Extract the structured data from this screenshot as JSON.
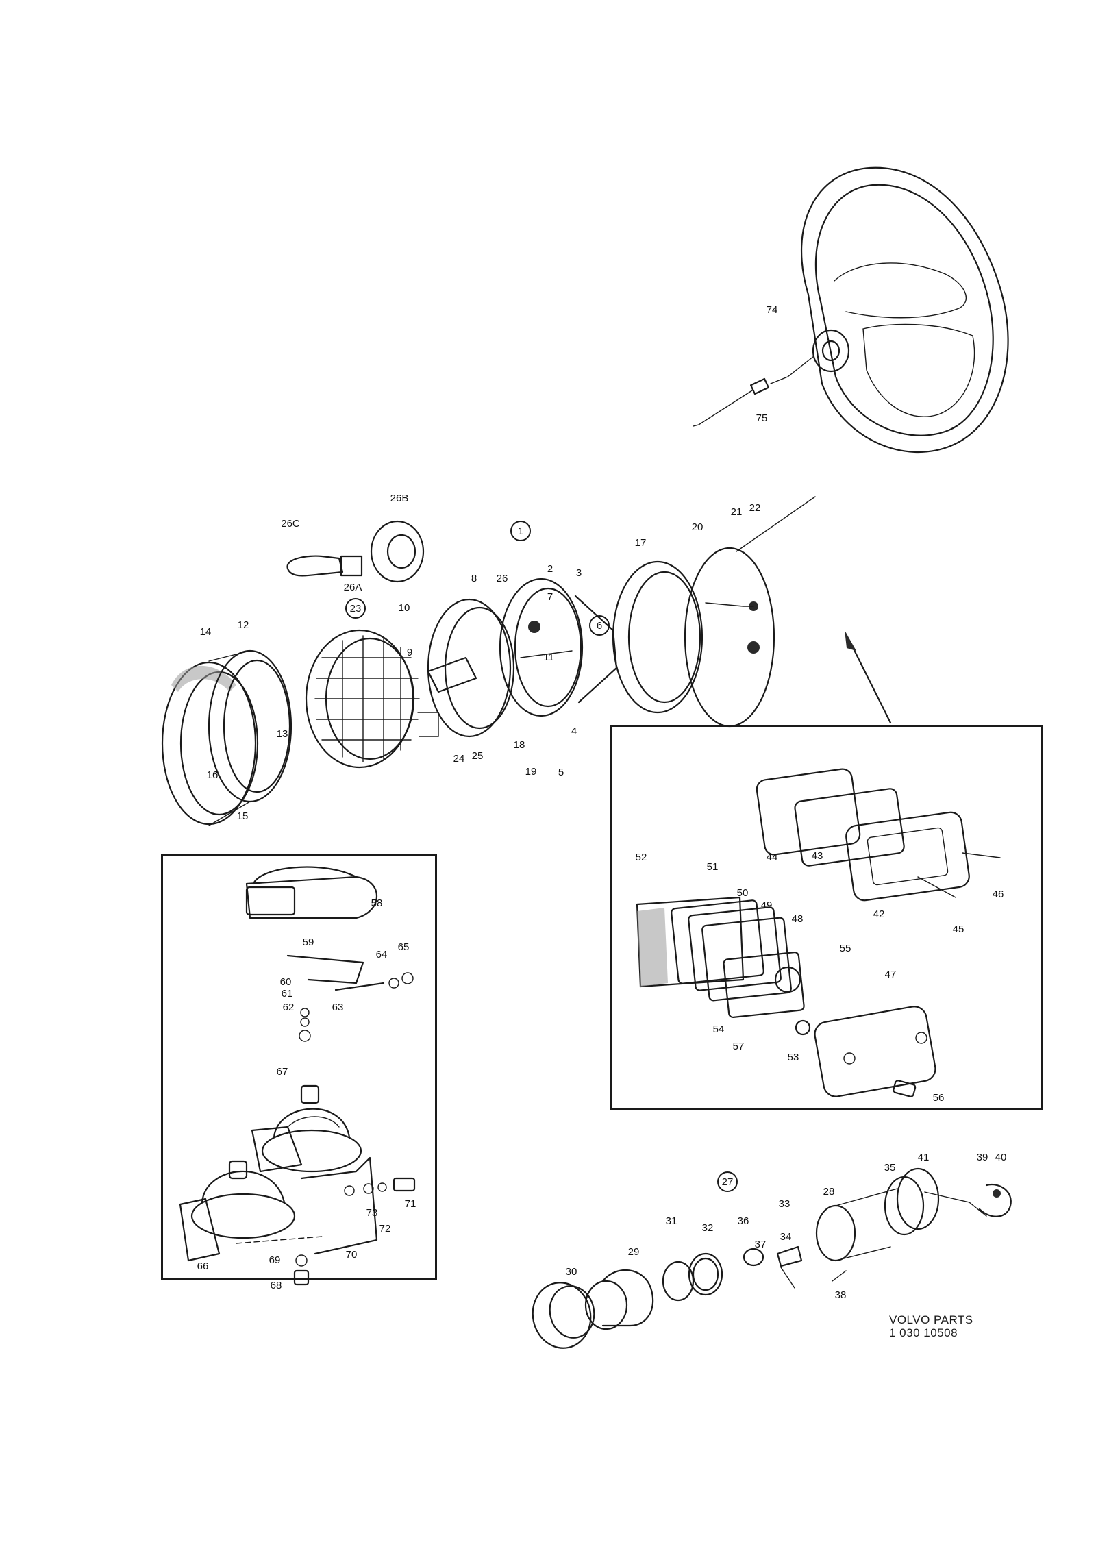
{
  "caption": {
    "line1": "VOLVO PARTS",
    "line2": "1 030 10508"
  },
  "labels": [
    "74",
    "75",
    "26B",
    "26C",
    "26A",
    "23",
    "22",
    "21",
    "20",
    "17",
    "1",
    "2",
    "3",
    "26",
    "6",
    "7",
    "11",
    "10",
    "9",
    "8",
    "14",
    "12",
    "13",
    "16",
    "15",
    "24",
    "25",
    "18",
    "19",
    "4",
    "5",
    "44",
    "43",
    "42",
    "46",
    "45",
    "52",
    "51",
    "50",
    "49",
    "48",
    "55",
    "47",
    "54",
    "57",
    "53",
    "56",
    "58",
    "59",
    "64",
    "65",
    "60",
    "61",
    "62",
    "63",
    "67",
    "73",
    "72",
    "71",
    "70",
    "66",
    "69",
    "68",
    "27",
    "39",
    "40",
    "41",
    "35",
    "28",
    "33",
    "36",
    "32",
    "31",
    "29",
    "30",
    "34",
    "37",
    "38"
  ]
}
